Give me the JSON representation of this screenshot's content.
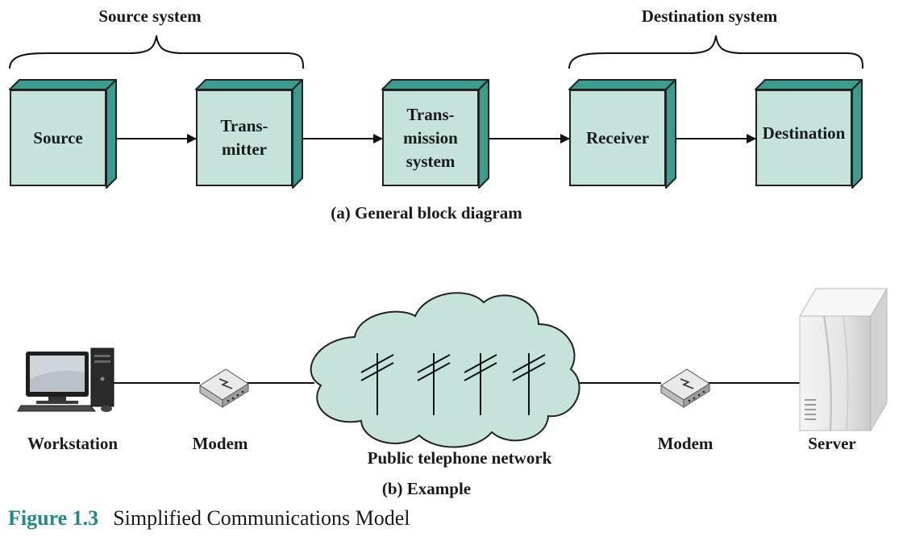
{
  "part_a": {
    "braces": [
      {
        "label": "Source system"
      },
      {
        "label": "Destination system"
      }
    ],
    "blocks": [
      {
        "label": "Source"
      },
      {
        "label": "Trans-\nmitter"
      },
      {
        "label": "Trans-\nmission\nsystem"
      },
      {
        "label": "Receiver"
      },
      {
        "label": "Destination"
      }
    ],
    "caption": "(a) General block diagram"
  },
  "part_b": {
    "nodes": [
      {
        "label": "Workstation",
        "icon": "workstation-icon"
      },
      {
        "label": "Modem",
        "icon": "modem-icon"
      },
      {
        "label": "Public telephone network",
        "icon": "telephone-network-cloud-icon"
      },
      {
        "label": "Modem",
        "icon": "modem-icon"
      },
      {
        "label": "Server",
        "icon": "server-icon"
      }
    ],
    "caption": "(b) Example"
  },
  "figure": {
    "number": "Figure 1.3",
    "title": "Simplified Communications Model"
  },
  "colors": {
    "block_face": "#c5e3da",
    "block_side": "#3d9b8d",
    "cloud": "#c5e3da",
    "figure_number": "#1f8a86"
  }
}
